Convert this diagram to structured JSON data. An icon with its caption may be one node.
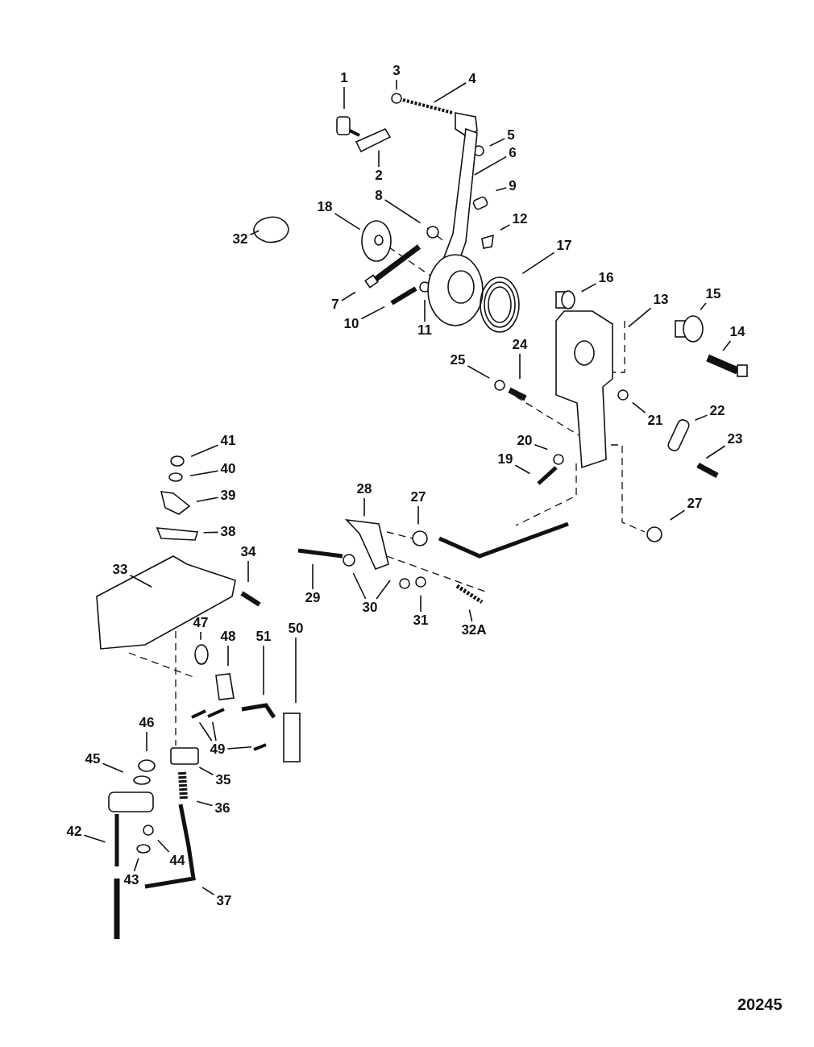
{
  "diagram": {
    "nodes": [
      {
        "text": [
          "1"
        ]
      },
      {
        "text": [
          "3"
        ]
      },
      {
        "text": [
          "4"
        ]
      },
      {
        "text": [
          "5"
        ]
      },
      {
        "text": [
          "6"
        ]
      },
      {
        "text": [
          "2"
        ]
      },
      {
        "text": [
          "9"
        ]
      },
      {
        "text": [
          "8"
        ]
      },
      {
        "text": [
          "18"
        ]
      },
      {
        "text": [
          "12"
        ]
      },
      {
        "text": [
          "32"
        ]
      },
      {
        "text": [
          "17"
        ]
      },
      {
        "text": [
          "7"
        ]
      },
      {
        "text": [
          "16"
        ]
      },
      {
        "text": [
          "13"
        ]
      },
      {
        "text": [
          "15"
        ]
      },
      {
        "text": [
          "10"
        ]
      },
      {
        "text": [
          "11"
        ]
      },
      {
        "text": [
          "14"
        ]
      },
      {
        "text": [
          "24"
        ]
      },
      {
        "text": [
          "25"
        ]
      },
      {
        "text": [
          "21"
        ]
      },
      {
        "text": [
          "22"
        ]
      },
      {
        "text": [
          "20"
        ]
      },
      {
        "text": [
          "23"
        ]
      },
      {
        "text": [
          "19"
        ]
      },
      {
        "text": [
          "41"
        ]
      },
      {
        "text": [
          "40"
        ]
      },
      {
        "text": [
          "28"
        ]
      },
      {
        "text": [
          "39"
        ]
      },
      {
        "text": [
          "27"
        ]
      },
      {
        "text": [
          "27"
        ]
      },
      {
        "text": [
          "38"
        ]
      },
      {
        "text": [
          "34"
        ]
      },
      {
        "text": [
          "33"
        ]
      },
      {
        "text": [
          "29"
        ]
      },
      {
        "text": [
          "30"
        ]
      },
      {
        "text": [
          "31"
        ]
      },
      {
        "text": [
          "47"
        ]
      },
      {
        "text": [
          "51"
        ]
      },
      {
        "text": [
          "48"
        ]
      },
      {
        "text": [
          "50"
        ]
      },
      {
        "text": [
          "32A"
        ]
      },
      {
        "text": [
          "46"
        ]
      },
      {
        "text": [
          "45"
        ]
      },
      {
        "text": [
          "49"
        ]
      },
      {
        "text": [
          "35"
        ]
      },
      {
        "text": [
          "36"
        ]
      },
      {
        "text": [
          "42"
        ]
      },
      {
        "text": [
          "44"
        ]
      },
      {
        "text": [
          "43"
        ]
      },
      {
        "text": [
          "37"
        ]
      }
    ],
    "edges": [
      {
        "from": 0,
        "to": null,
        "arrow": "none"
      },
      {
        "from": 1,
        "to": null,
        "arrow": "none"
      },
      {
        "from": 2,
        "to": null,
        "arrow": "none"
      },
      {
        "from": 3,
        "to": null,
        "arrow": "none"
      },
      {
        "from": 4,
        "to": null,
        "arrow": "none"
      },
      {
        "from": 5,
        "to": null,
        "arrow": "none"
      },
      {
        "from": 6,
        "to": null,
        "arrow": "none"
      },
      {
        "from": 7,
        "to": null,
        "arrow": "none"
      },
      {
        "from": 8,
        "to": null,
        "arrow": "none"
      },
      {
        "from": 9,
        "to": null,
        "arrow": "none"
      },
      {
        "from": 10,
        "to": null,
        "arrow": "none"
      },
      {
        "from": 11,
        "to": null,
        "arrow": "none"
      },
      {
        "from": 12,
        "to": null,
        "arrow": "none"
      },
      {
        "from": 13,
        "to": null,
        "arrow": "none"
      },
      {
        "from": 14,
        "to": null,
        "arrow": "none"
      },
      {
        "from": 15,
        "to": null,
        "arrow": "none"
      },
      {
        "from": 16,
        "to": null,
        "arrow": "none"
      },
      {
        "from": 17,
        "to": null,
        "arrow": "none"
      },
      {
        "from": 18,
        "to": null,
        "arrow": "none"
      },
      {
        "from": 19,
        "to": null,
        "arrow": "none"
      },
      {
        "from": 20,
        "to": null,
        "arrow": "none"
      },
      {
        "from": 21,
        "to": null,
        "arrow": "none"
      },
      {
        "from": 22,
        "to": null,
        "arrow": "none"
      },
      {
        "from": 23,
        "to": null,
        "arrow": "none"
      },
      {
        "from": 24,
        "to": null,
        "arrow": "none"
      },
      {
        "from": 25,
        "to": null,
        "arrow": "none"
      },
      {
        "from": 26,
        "to": null,
        "arrow": "none"
      },
      {
        "from": 27,
        "to": null,
        "arrow": "none"
      },
      {
        "from": 28,
        "to": null,
        "arrow": "none"
      },
      {
        "from": 29,
        "to": null,
        "arrow": "none"
      },
      {
        "from": 30,
        "to": null,
        "arrow": "none"
      },
      {
        "from": 31,
        "to": null,
        "arrow": "none"
      },
      {
        "from": 32,
        "to": null,
        "arrow": "none"
      },
      {
        "from": 33,
        "to": null,
        "arrow": "none"
      },
      {
        "from": 34,
        "to": null,
        "arrow": "none"
      },
      {
        "from": 35,
        "to": null,
        "arrow": "none"
      },
      {
        "from": 36,
        "to": null,
        "arrow": "none"
      },
      {
        "from": 36,
        "to": null,
        "arrow": "none"
      },
      {
        "from": 37,
        "to": null,
        "arrow": "none"
      },
      {
        "from": 38,
        "to": null,
        "arrow": "none"
      },
      {
        "from": 39,
        "to": null,
        "arrow": "none"
      },
      {
        "from": 40,
        "to": null,
        "arrow": "none"
      },
      {
        "from": 41,
        "to": null,
        "arrow": "none"
      },
      {
        "from": 42,
        "to": null,
        "arrow": "none"
      },
      {
        "from": 43,
        "to": null,
        "arrow": "none"
      },
      {
        "from": 44,
        "to": null,
        "arrow": "none"
      },
      {
        "from": 45,
        "to": null,
        "arrow": "none"
      },
      {
        "from": 45,
        "to": null,
        "arrow": "none"
      },
      {
        "from": 45,
        "to": null,
        "arrow": "none"
      },
      {
        "from": 46,
        "to": null,
        "arrow": "none"
      },
      {
        "from": 47,
        "to": null,
        "arrow": "none"
      },
      {
        "from": 48,
        "to": null,
        "arrow": "none"
      },
      {
        "from": 49,
        "to": null,
        "arrow": "none"
      },
      {
        "from": 50,
        "to": null,
        "arrow": "none"
      },
      {
        "from": 51,
        "to": null,
        "arrow": "none"
      }
    ],
    "labels": [
      "20245"
    ]
  }
}
